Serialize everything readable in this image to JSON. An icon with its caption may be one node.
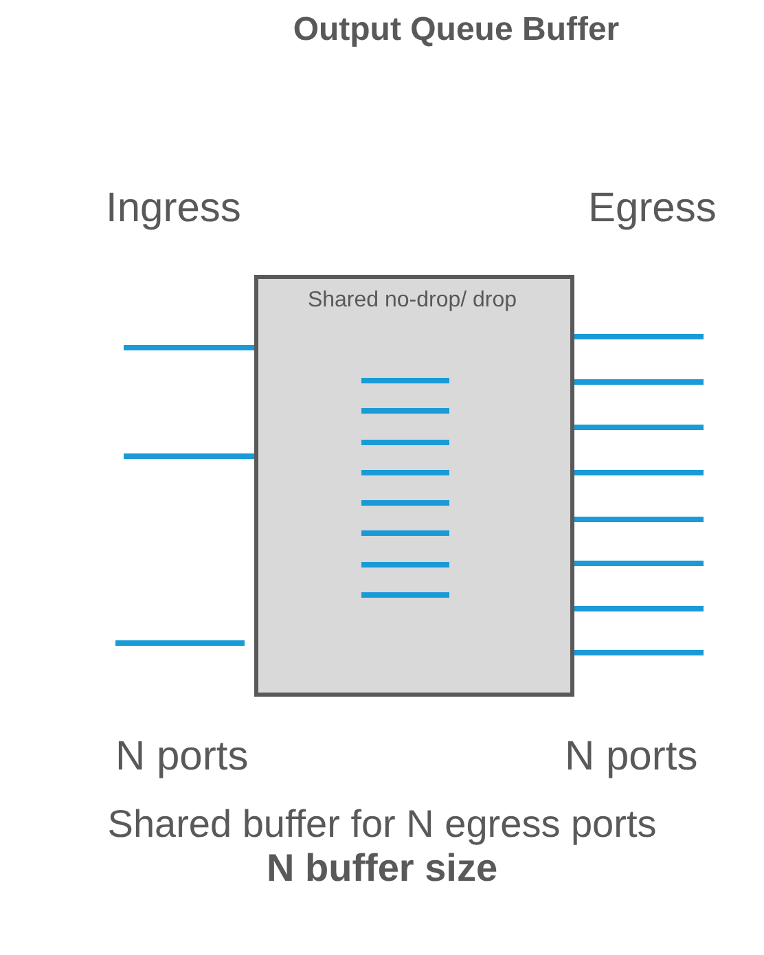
{
  "diagram": {
    "title": "Output Queue Buffer",
    "nodes": [
      {
        "text": [
          "Shared no-drop/ drop"
        ]
      }
    ],
    "caption": "Shared buffer for N egress ports",
    "labels": [
      "Ingress",
      "Egress",
      "N ports",
      "N ports",
      "N buffer size"
    ]
  }
}
